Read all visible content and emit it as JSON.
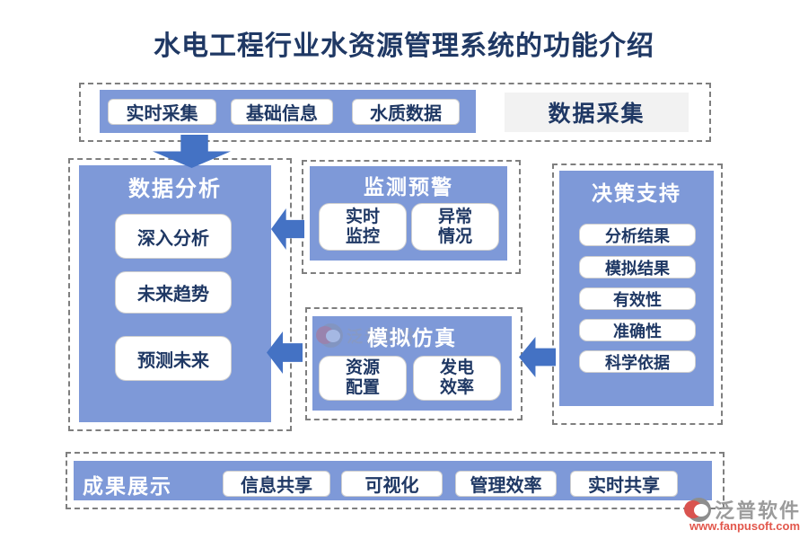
{
  "title": "水电工程行业水资源管理系统的功能介绍",
  "colors": {
    "box_blue": "#7E99D8",
    "arrow_blue": "#4472C4",
    "title_navy": "#1F3864",
    "label_bg": "#F2F2F2",
    "dash_gray": "#7F7F7F"
  },
  "data_collection": {
    "label": "数据采集",
    "buttons": [
      "实时采集",
      "基础信息",
      "水质数据"
    ]
  },
  "data_analysis": {
    "title": "数据分析",
    "buttons": [
      "深入分析",
      "未来趋势",
      "预测未来"
    ]
  },
  "monitoring": {
    "title": "监测预警",
    "buttons": [
      {
        "line1": "实时",
        "line2": "监控"
      },
      {
        "line1": "异常",
        "line2": "情况"
      }
    ]
  },
  "decision_support": {
    "title": "决策支持",
    "buttons": [
      "分析结果",
      "模拟结果",
      "有效性",
      "准确性",
      "科学依据"
    ]
  },
  "simulation": {
    "title": "模拟仿真",
    "buttons": [
      {
        "line1": "资源",
        "line2": "配置"
      },
      {
        "line1": "发电",
        "line2": "效率"
      }
    ]
  },
  "results": {
    "title": "成果展示",
    "buttons": [
      "信息共享",
      "可视化",
      "管理效率",
      "实时共享"
    ]
  },
  "watermark": {
    "brand": "泛普软件",
    "url": "www.fanpusoft.com"
  }
}
